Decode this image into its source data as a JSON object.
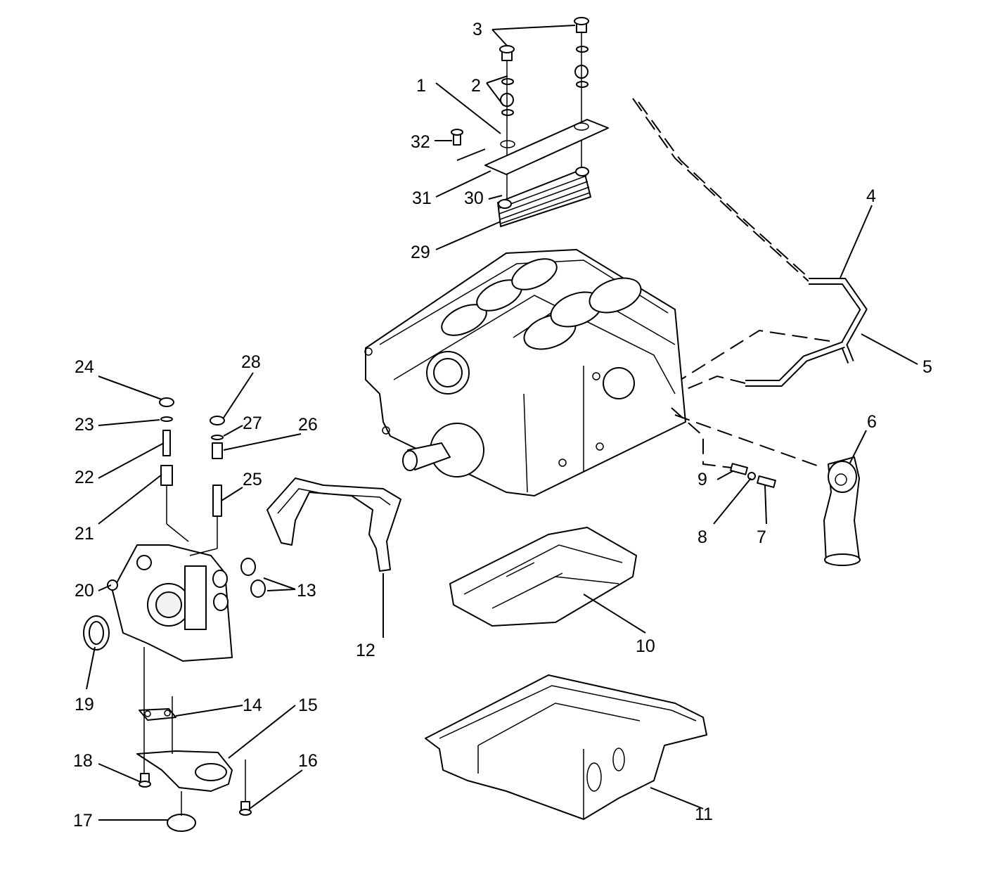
{
  "labels": {
    "l1": "1",
    "l2": "2",
    "l3": "3",
    "l4": "4",
    "l5": "5",
    "l6": "6",
    "l7": "7",
    "l8": "8",
    "l9": "9",
    "l10": "10",
    "l11": "11",
    "l12": "12",
    "l13": "13",
    "l14": "14",
    "l15": "15",
    "l16": "16",
    "l17": "17",
    "l18": "18",
    "l19": "19",
    "l20": "20",
    "l21": "21",
    "l22": "22",
    "l23": "23",
    "l24": "24",
    "l25": "25",
    "l26": "26",
    "l27": "27",
    "l28": "28",
    "l29": "29",
    "l30": "30",
    "l31": "31",
    "l32": "32"
  }
}
